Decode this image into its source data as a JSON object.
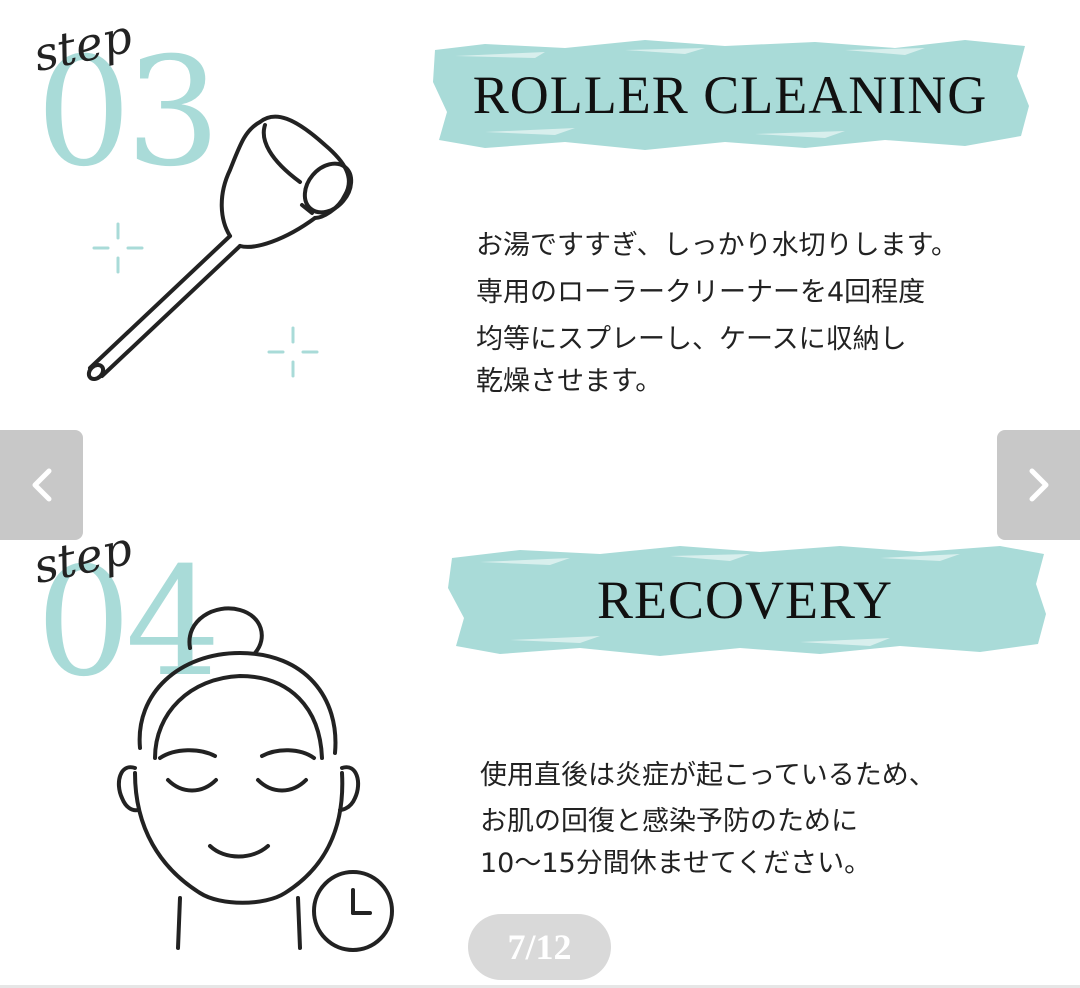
{
  "steps": [
    {
      "number": "03",
      "step_word": "step",
      "title": "ROLLER CLEANING",
      "description_lines": [
        "お湯ですすぎ、しっかり水切りします。",
        "専用のローラークリーナーを4回程度",
        "均等にスプレーし、ケースに収納し",
        "乾燥させます。"
      ]
    },
    {
      "number": "04",
      "step_word": "step",
      "title": "RECOVERY",
      "description_lines": [
        "使用直後は炎症が起こっているため、",
        "お肌の回復と感染予防のために",
        "10〜15分間休ませてください。"
      ]
    }
  ],
  "pagination": {
    "counter": "7/12"
  },
  "icons": {
    "prev": "chevron-left-icon",
    "next": "chevron-right-icon",
    "roller": "derma-roller-icon",
    "face": "face-icon",
    "clock": "clock-icon",
    "sparkle": "sparkle-icon"
  },
  "colors": {
    "accent": "#a9dbd8",
    "nav": "#c8c8c8",
    "counter_bg": "#d9d9d9"
  }
}
